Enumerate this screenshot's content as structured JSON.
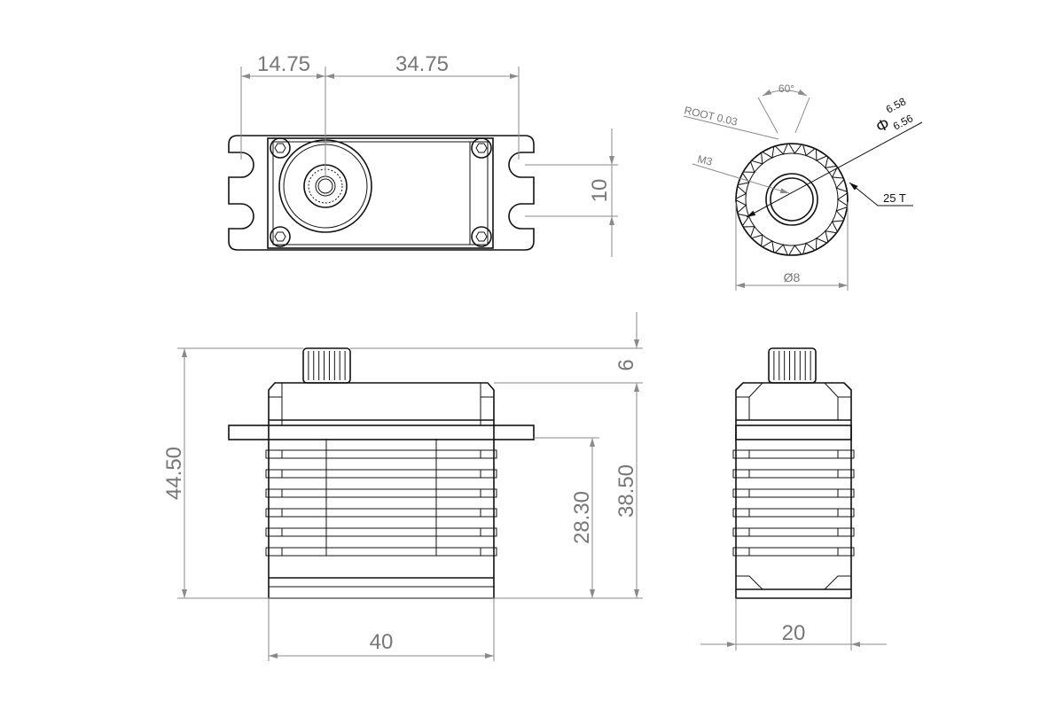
{
  "title": "Servo dimension drawing",
  "top_view": {
    "dim_left": "14.75",
    "dim_right": "34.75",
    "dim_slot": "10"
  },
  "spline_detail": {
    "angle": "60°",
    "root": "ROOT 0.03",
    "thread": "M3",
    "dia_upper": "6.58",
    "dia_lower": "6.56",
    "dia_symbol": "Φ",
    "teeth": "25 T",
    "outer_dia": "Ø8",
    "tooth_count": 25
  },
  "front_view": {
    "height_total": "44.50",
    "height_spline": "6",
    "height_body": "38.50",
    "height_flange": "28.30",
    "width": "40"
  },
  "side_view": {
    "depth": "20"
  },
  "colors": {
    "outline": "#111111",
    "dimension": "#8a8a8a"
  }
}
